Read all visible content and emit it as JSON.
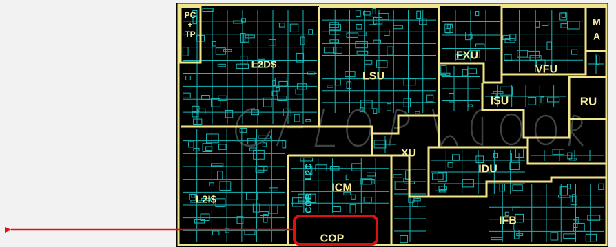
{
  "regions": [
    {
      "key": "pc_tp",
      "lines": [
        "PC",
        "+",
        "TP"
      ]
    },
    {
      "key": "l2d",
      "lines": [
        "L2D$"
      ]
    },
    {
      "key": "lsu",
      "lines": [
        "LSU"
      ]
    },
    {
      "key": "fxu",
      "lines": [
        "FXU"
      ]
    },
    {
      "key": "ma",
      "lines": [
        "M",
        "A"
      ]
    },
    {
      "key": "vfu",
      "lines": [
        "VFU"
      ]
    },
    {
      "key": "isu",
      "lines": [
        "ISU"
      ]
    },
    {
      "key": "ru",
      "lines": [
        "RU"
      ]
    },
    {
      "key": "xu",
      "lines": [
        "XU"
      ]
    },
    {
      "key": "idu",
      "lines": [
        "IDU"
      ]
    },
    {
      "key": "icm",
      "lines": [
        "ICM"
      ]
    },
    {
      "key": "l2i",
      "lines": [
        "L2I$"
      ]
    },
    {
      "key": "ifb",
      "lines": [
        "IFB"
      ]
    },
    {
      "key": "cop",
      "lines": [
        "COP"
      ]
    }
  ],
  "rotated_texts": [
    "L2C",
    "COB"
  ],
  "highlight": {
    "target": "cop",
    "color": "#e01010"
  },
  "colors": {
    "die": "#000000",
    "outline": "#f1e58a",
    "circuit": "#1fd6d6",
    "label": "#f5ec9a",
    "background": "#f2f2f2"
  }
}
